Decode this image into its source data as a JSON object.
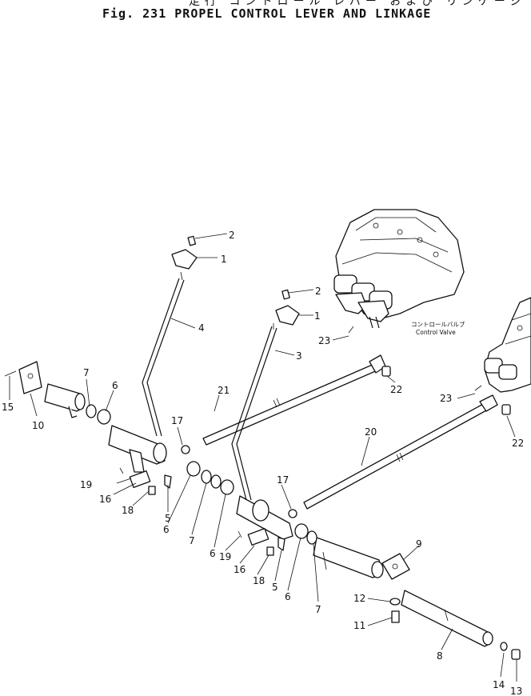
{
  "figure": {
    "title_jp": "走行 コントロール レバー および リンケージ",
    "title_en": "Fig. 231   PROPEL CONTROL LEVER AND LINKAGE"
  },
  "annotations": {
    "control_valve_jp": "コントロールバルブ",
    "control_valve_en": "Control Valve"
  },
  "callouts": [
    {
      "id": "c2a",
      "text": "2"
    },
    {
      "id": "c1a",
      "text": "1"
    },
    {
      "id": "c4",
      "text": "4"
    },
    {
      "id": "c2b",
      "text": "2"
    },
    {
      "id": "c1b",
      "text": "1"
    },
    {
      "id": "c3",
      "text": "3"
    },
    {
      "id": "c23a",
      "text": "23"
    },
    {
      "id": "c22a",
      "text": "22"
    },
    {
      "id": "c21",
      "text": "21"
    },
    {
      "id": "c23b",
      "text": "23"
    },
    {
      "id": "c22b",
      "text": "22"
    },
    {
      "id": "c20",
      "text": "20"
    },
    {
      "id": "c15",
      "text": "15"
    },
    {
      "id": "c10",
      "text": "10"
    },
    {
      "id": "c7a",
      "text": "7"
    },
    {
      "id": "c6a",
      "text": "6"
    },
    {
      "id": "c17a",
      "text": "17"
    },
    {
      "id": "c19a",
      "text": "19"
    },
    {
      "id": "c16a",
      "text": "16"
    },
    {
      "id": "c18a",
      "text": "18"
    },
    {
      "id": "c5a",
      "text": "5"
    },
    {
      "id": "c6b",
      "text": "6"
    },
    {
      "id": "c7b",
      "text": "7"
    },
    {
      "id": "c6c",
      "text": "6"
    },
    {
      "id": "c17b",
      "text": "17"
    },
    {
      "id": "c19b",
      "text": "19"
    },
    {
      "id": "c16b",
      "text": "16"
    },
    {
      "id": "c18b",
      "text": "18"
    },
    {
      "id": "c5b",
      "text": "5"
    },
    {
      "id": "c6d",
      "text": "6"
    },
    {
      "id": "c7c",
      "text": "7"
    },
    {
      "id": "c9",
      "text": "9"
    },
    {
      "id": "c12",
      "text": "12"
    },
    {
      "id": "c11",
      "text": "11"
    },
    {
      "id": "c8",
      "text": "8"
    },
    {
      "id": "c14",
      "text": "14"
    },
    {
      "id": "c13",
      "text": "13"
    }
  ]
}
